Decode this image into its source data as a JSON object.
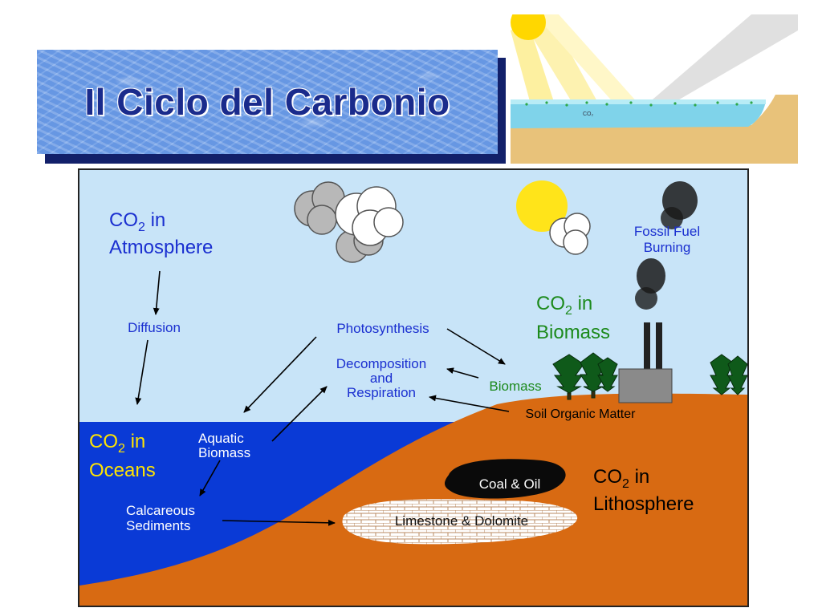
{
  "slide": {
    "title": "Il Ciclo del Carbonio"
  },
  "corner_image": {
    "co2_label": "CO₂"
  },
  "diagram": {
    "atmosphere": {
      "line1": "CO",
      "sub": "2",
      "line1_suffix": " in",
      "line2": "Atmosphere"
    },
    "oceans": {
      "line1": "CO",
      "sub": "2",
      "line1_suffix": " in",
      "line2": "Oceans"
    },
    "biomass": {
      "line1": "CO",
      "sub": "2",
      "line1_suffix": " in",
      "line2": "Biomass"
    },
    "lithosphere": {
      "line1": "CO",
      "sub": "2",
      "line1_suffix": " in",
      "line2": "Lithosphere"
    },
    "fossil_fuel": {
      "line1": "Fossil Fuel",
      "line2": "Burning"
    },
    "diffusion": "Diffusion",
    "photosynthesis": "Photosynthesis",
    "decomposition": {
      "line1": "Decomposition",
      "line2": "and",
      "line3": "Respiration"
    },
    "biomass_label": "Biomass",
    "soil_organic_matter": "Soil Organic Matter",
    "aquatic_biomass": {
      "line1": "Aquatic",
      "line2": "Biomass"
    },
    "calcareous_sediments": {
      "line1": "Calcareous",
      "line2": "Sediments"
    },
    "coal_oil": "Coal & Oil",
    "limestone_dolomite": "Limestone & Dolomite"
  },
  "colors": {
    "sky": "#c8e4f8",
    "ocean": "#0a3ad6",
    "land": "#d86a12",
    "label_blue": "#1a2fd0",
    "label_green": "#1c8a1c",
    "label_yellow": "#ffe400",
    "title_text": "#1a2b8c"
  }
}
